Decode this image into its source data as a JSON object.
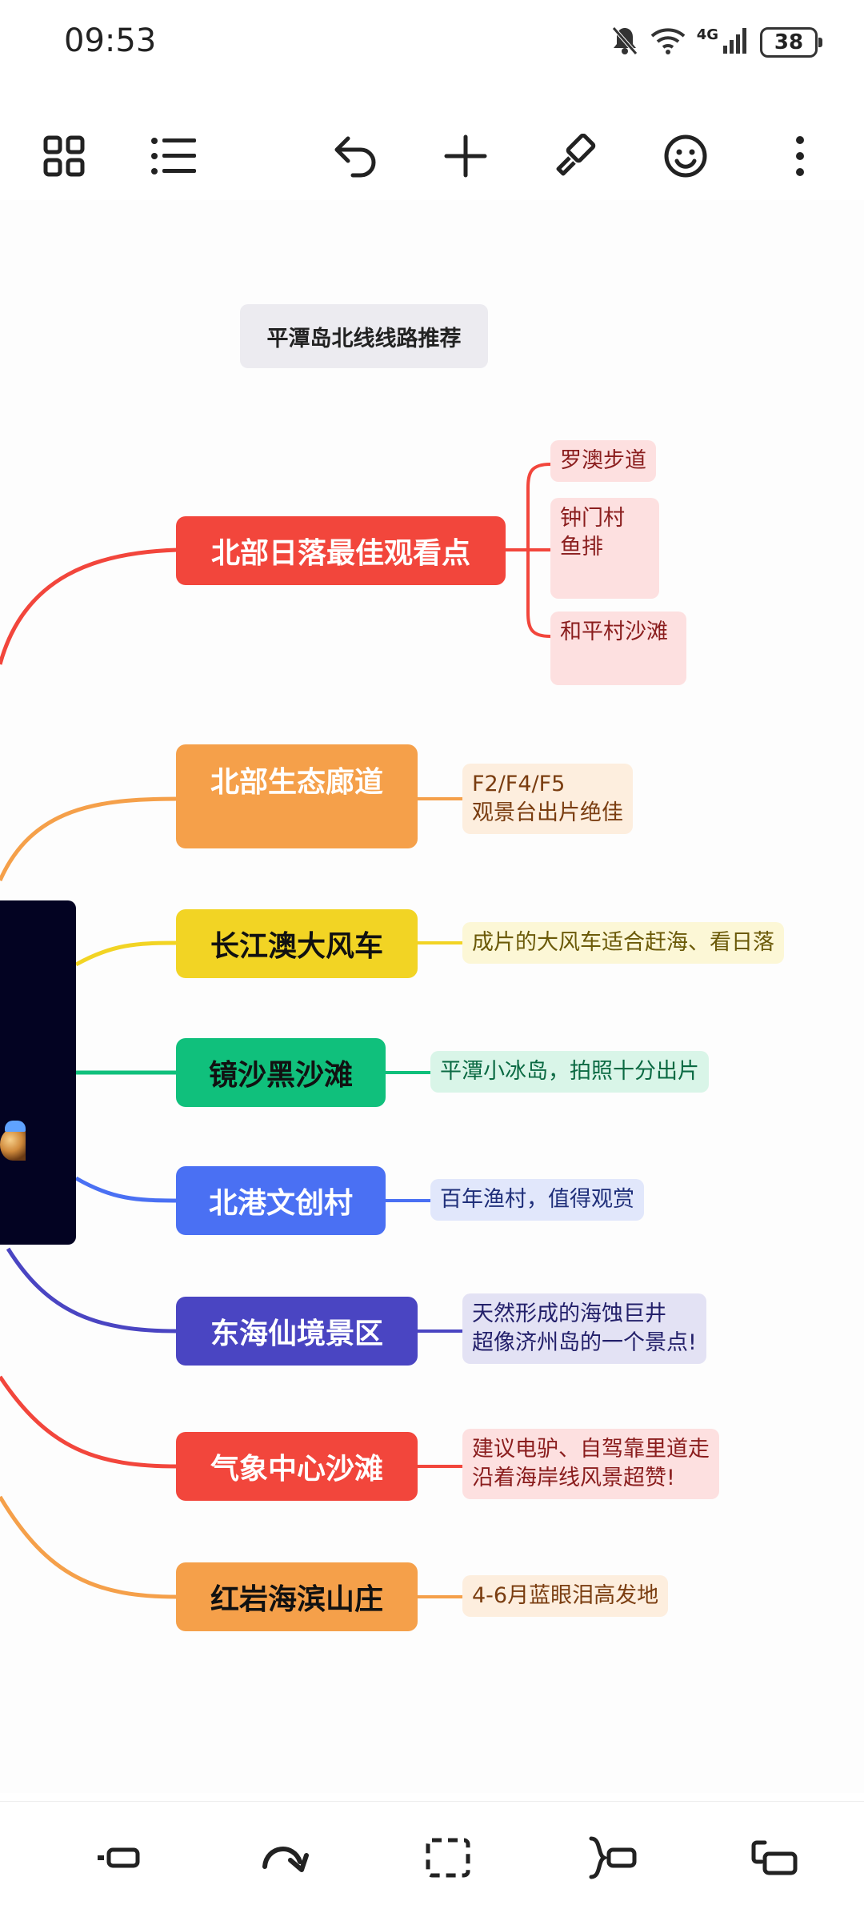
{
  "status_bar": {
    "time": "09:53",
    "network": "4G",
    "battery": "38",
    "icons": [
      "bell-mute-icon",
      "wifi-icon",
      "signal-icon",
      "battery-icon"
    ]
  },
  "toolbar": {
    "icons": [
      "grid-icon",
      "outline-list-icon",
      "undo-icon",
      "add-icon",
      "format-brush-icon",
      "emoji-icon",
      "more-icon"
    ]
  },
  "mindmap": {
    "title": "平潭岛北线线路推荐",
    "branches": [
      {
        "label": "北部日落最佳观看点",
        "color": "#f2463c",
        "text_color": "#ffffff",
        "leaves": [
          "罗澳步道",
          "钟门村\n鱼排",
          "和平村沙滩"
        ],
        "leaf_bg": "#fde0e0",
        "leaf_text": "#8a1d1d"
      },
      {
        "label": "北部生态廊道",
        "color": "#f5a04a",
        "text_color": "#ffffff",
        "leaves": [
          "F2/F4/F5\n观景台出片绝佳"
        ],
        "leaf_bg": "#fdeede",
        "leaf_text": "#7a3d10"
      },
      {
        "label": "长江澳大风车",
        "color": "#f2d424",
        "text_color": "#111111",
        "leaves": [
          "成片的大风车适合赶海、看日落"
        ],
        "leaf_bg": "#fcf7d6",
        "leaf_text": "#6b5a08"
      },
      {
        "label": "镜沙黑沙滩",
        "color": "#10c07c",
        "text_color": "#111111",
        "leaves": [
          "平潭小冰岛，拍照十分出片"
        ],
        "leaf_bg": "#d9f5e8",
        "leaf_text": "#0b6a43"
      },
      {
        "label": "北港文创村",
        "color": "#4a70f3",
        "text_color": "#ffffff",
        "leaves": [
          "百年渔村，值得观赏"
        ],
        "leaf_bg": "#e1e7fb",
        "leaf_text": "#1f2f7a"
      },
      {
        "label": "东海仙境景区",
        "color": "#4a45c2",
        "text_color": "#ffffff",
        "leaves": [
          "天然形成的海蚀巨井\n超像济州岛的一个景点!"
        ],
        "leaf_bg": "#e3e2f4",
        "leaf_text": "#23206a"
      },
      {
        "label": "气象中心沙滩",
        "color": "#f2463c",
        "text_color": "#ffffff",
        "leaves": [
          "建议电驴、自驾靠里道走\n沿着海岸线风景超赞!"
        ],
        "leaf_bg": "#fde0e0",
        "leaf_text": "#8a1d1d"
      },
      {
        "label": "红岩海滨山庄",
        "color": "#f5a04a",
        "text_color": "#111111",
        "leaves": [
          "4-6月蓝眼泪高发地"
        ],
        "leaf_bg": "#fdeede",
        "leaf_text": "#7a3d10"
      }
    ]
  },
  "bottom_bar": {
    "icons": [
      "insert-sibling-icon",
      "redo-curve-icon",
      "select-area-icon",
      "summary-bracket-icon",
      "detach-node-icon"
    ]
  }
}
